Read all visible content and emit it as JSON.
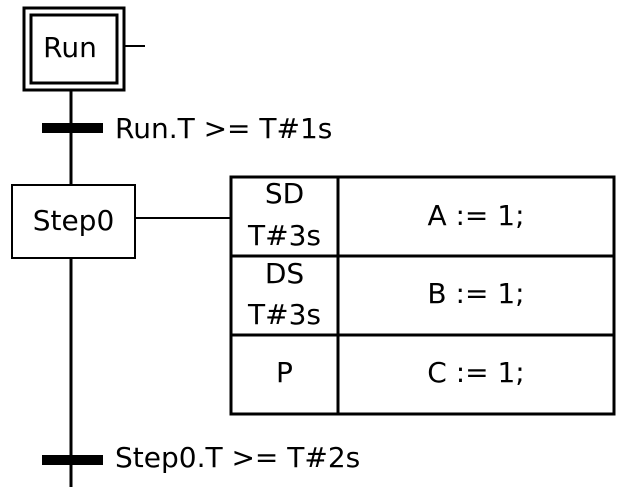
{
  "initial_step": {
    "name": "Run"
  },
  "transitions": [
    {
      "condition": "Run.T >= T#1s"
    },
    {
      "condition": "Step0.T >= T#2s"
    }
  ],
  "step": {
    "name": "Step0",
    "actions": [
      {
        "qualifier_line1": "SD",
        "qualifier_line2": "T#3s",
        "code": "A := 1;"
      },
      {
        "qualifier_line1": "DS",
        "qualifier_line2": "T#3s",
        "code": "B := 1;"
      },
      {
        "qualifier_line1": "P",
        "qualifier_line2": "",
        "code": "C := 1;"
      }
    ]
  }
}
